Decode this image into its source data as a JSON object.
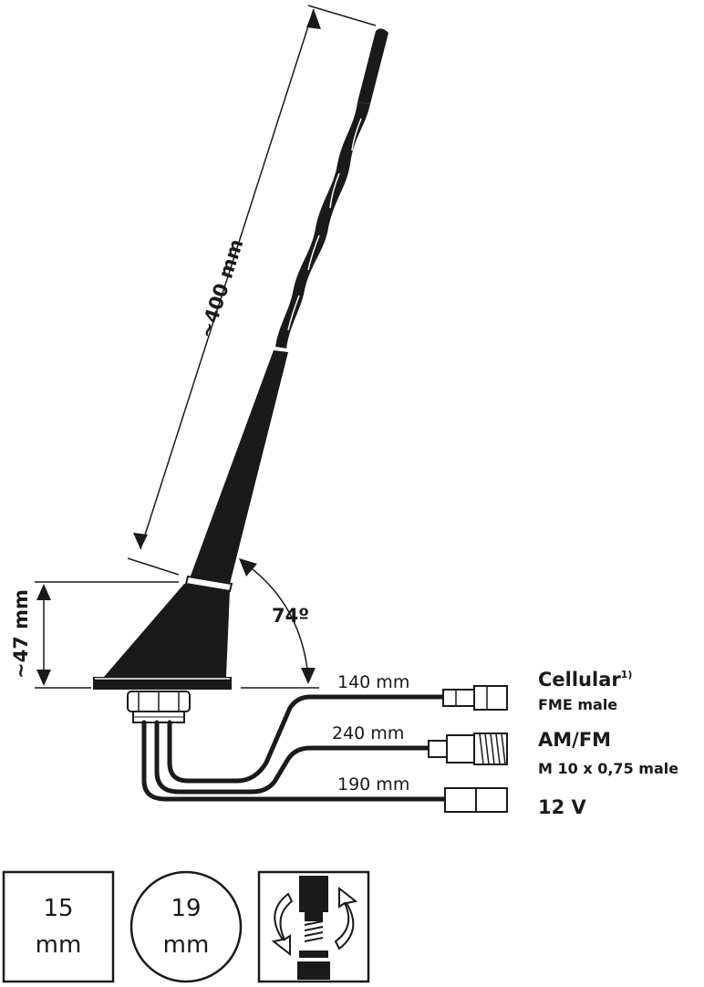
{
  "dimensions": {
    "length": "~400 mm",
    "height": "~47 mm",
    "angle": "74º"
  },
  "cables": [
    {
      "length": "140 mm",
      "name": "Cellular",
      "superscript": "1)",
      "connector": "FME male"
    },
    {
      "length": "240 mm",
      "name": "AM/FM",
      "superscript": "",
      "connector": "M 10 x 0,75 male"
    },
    {
      "length": "190 mm",
      "name": "12 V",
      "superscript": "",
      "connector": ""
    }
  ],
  "tools": [
    {
      "shape": "square",
      "value": "15",
      "unit": "mm"
    },
    {
      "shape": "circle",
      "value": "19",
      "unit": "mm"
    },
    {
      "shape": "icon",
      "icon": "rotate-tighten-icon"
    }
  ],
  "colors": {
    "ink": "#1a1a1a",
    "background": "#ffffff"
  }
}
